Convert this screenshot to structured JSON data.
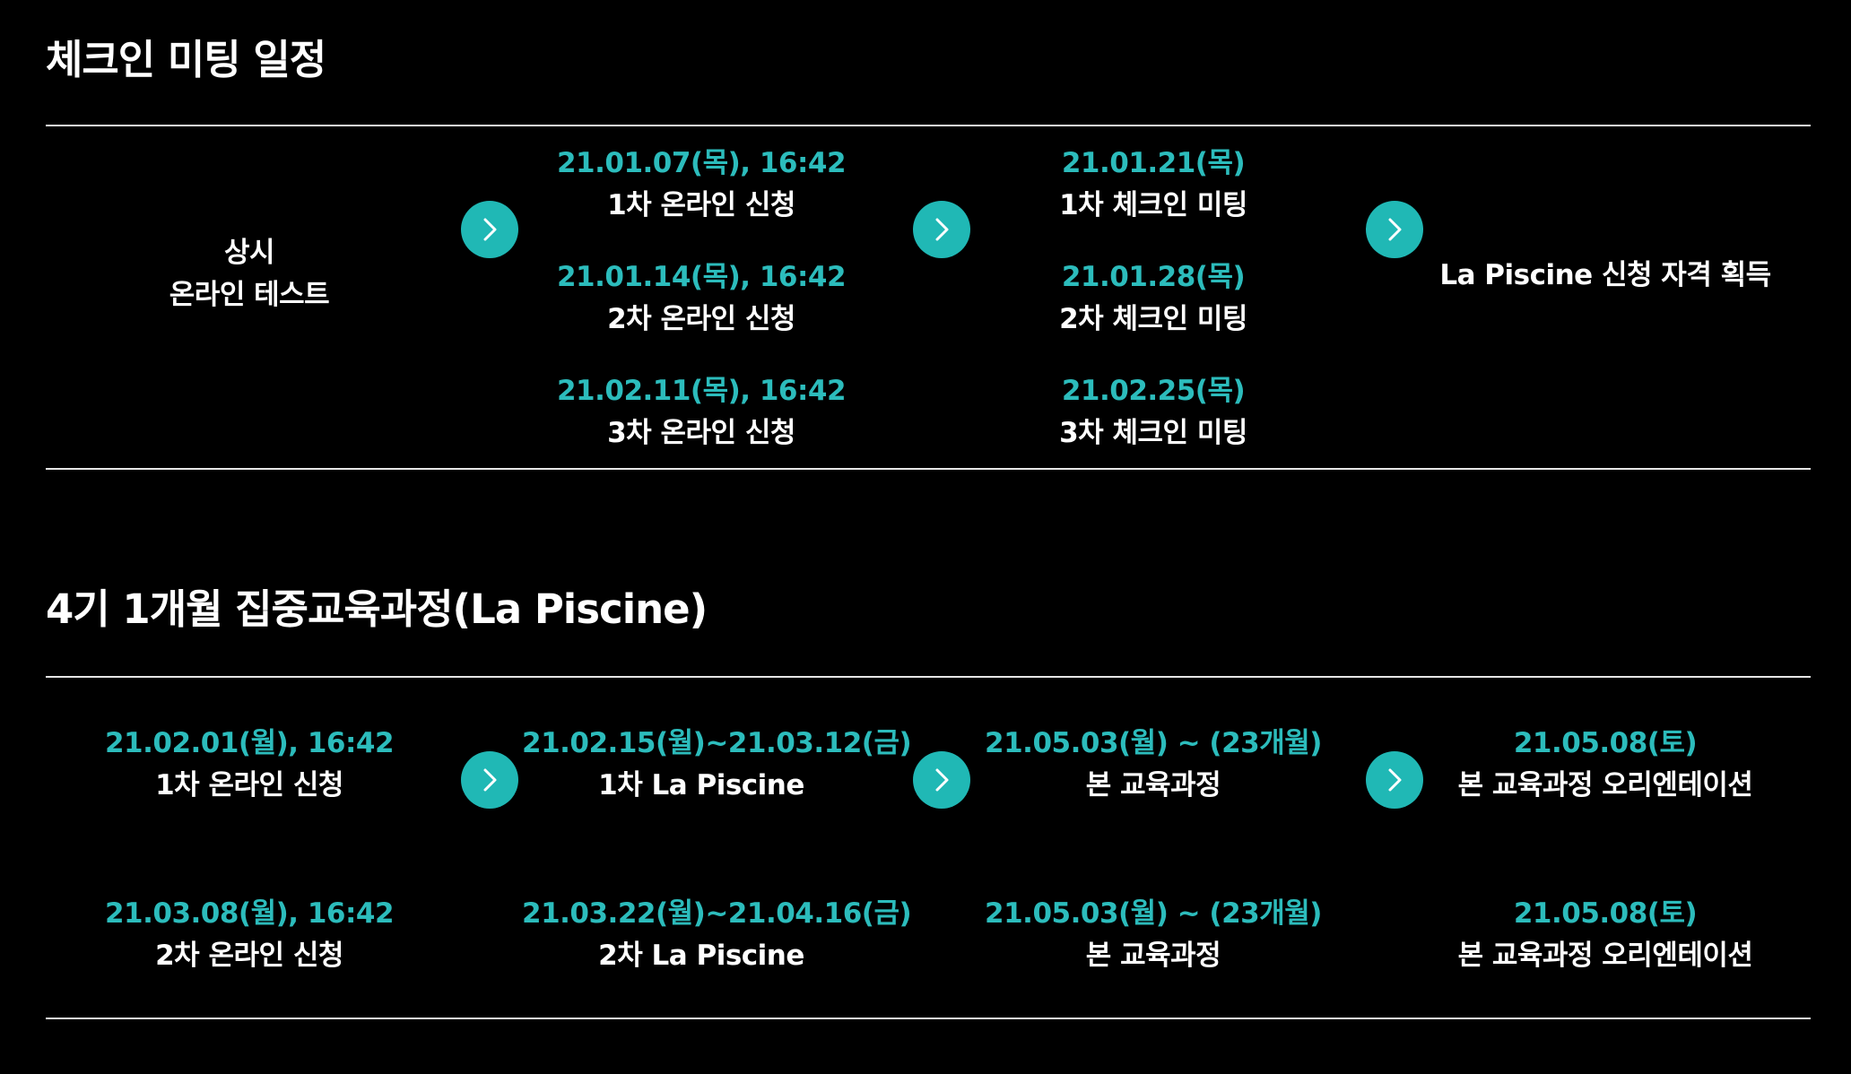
{
  "colors": {
    "background": "#000000",
    "accent": "#2cbcbc",
    "arrow_fill": "#20b8b5",
    "text": "#ffffff",
    "rule": "#e6e6e6"
  },
  "icons": {
    "arrow": "chevron-right-icon"
  },
  "checkin": {
    "title": "체크인 미팅 일정",
    "steps": [
      {
        "label1": "상시",
        "label2": "온라인 테스트"
      },
      {
        "rows": [
          {
            "date": "21.01.07(목), 16:42",
            "label": "1차 온라인 신청"
          },
          {
            "date": "21.01.14(목), 16:42",
            "label": "2차 온라인 신청"
          },
          {
            "date": "21.02.11(목), 16:42",
            "label": "3차 온라인 신청"
          }
        ]
      },
      {
        "rows": [
          {
            "date": "21.01.21(목)",
            "label": "1차 체크인 미팅"
          },
          {
            "date": "21.01.28(목)",
            "label": "2차 체크인 미팅"
          },
          {
            "date": "21.02.25(목)",
            "label": "3차 체크인 미팅"
          }
        ]
      },
      {
        "label": "La Piscine 신청 자격 획득"
      }
    ]
  },
  "piscine": {
    "title": "4기 1개월 집중교육과정(La Piscine)",
    "rows": [
      [
        {
          "date": "21.02.01(월), 16:42",
          "label": "1차 온라인 신청"
        },
        {
          "date": "21.02.15(월)~21.03.12(금)",
          "label": "1차 La Piscine"
        },
        {
          "date": "21.05.03(월) ~ (23개월)",
          "label": "본 교육과정"
        },
        {
          "date": "21.05.08(토)",
          "label": "본 교육과정 오리엔테이션"
        }
      ],
      [
        {
          "date": "21.03.08(월), 16:42",
          "label": "2차 온라인 신청"
        },
        {
          "date": "21.03.22(월)~21.04.16(금)",
          "label": "2차 La Piscine"
        },
        {
          "date": "21.05.03(월) ~ (23개월)",
          "label": "본 교육과정"
        },
        {
          "date": "21.05.08(토)",
          "label": "본 교육과정 오리엔테이션"
        }
      ]
    ]
  }
}
